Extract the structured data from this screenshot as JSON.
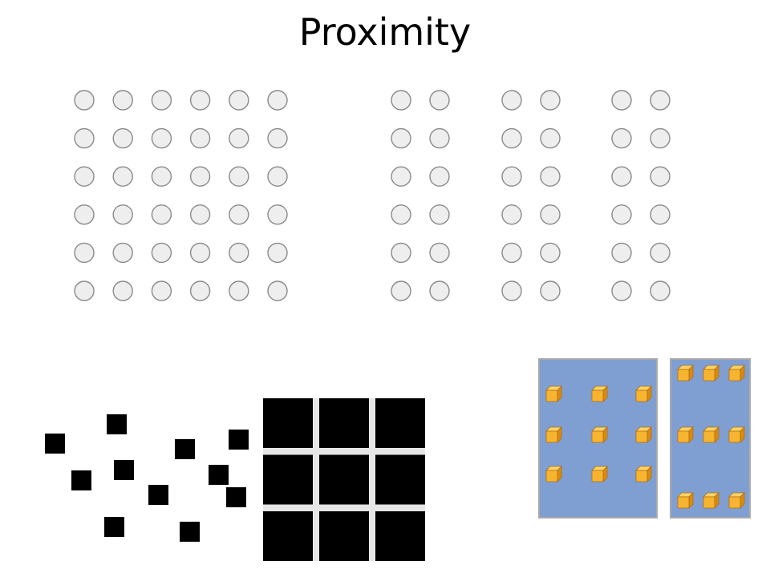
{
  "slide": {
    "title": "Proximity"
  },
  "colors": {
    "circle_fill": "#eeeeee",
    "circle_stroke": "#8a8a8a",
    "square_fill": "#000000",
    "grid_gap": "#e6e6e6",
    "panel_fill": "#7f9fd2",
    "panel_stroke": "#a9a9a9",
    "cube_face": "#f6b431",
    "cube_top": "#fcd46a",
    "cube_side": "#d98a12",
    "cube_edge": "#b46e0a"
  },
  "figures": {
    "circle_groups": {
      "uniform_grid": {
        "rows": 6,
        "columns": 6
      },
      "paired_columns": {
        "rows": 6,
        "groups": 3,
        "columns_per_group": 2
      }
    },
    "squares": {
      "scattered_count": 11,
      "clustered_grid": {
        "rows": 3,
        "columns": 3
      }
    },
    "cube_panels": {
      "evenly_spaced": {
        "rows": 3,
        "columns": 3
      },
      "row_clustered": {
        "rows": 3,
        "columns": 3
      }
    }
  }
}
